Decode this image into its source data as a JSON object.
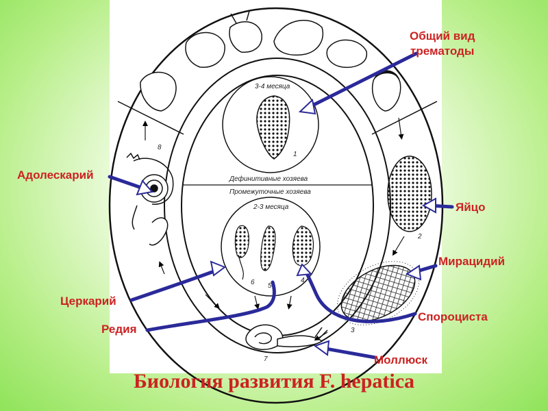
{
  "title": "Биология развития F. hepatica",
  "callouts": {
    "adult_view_line1": "Общий вид",
    "adult_view_line2": "трематоды",
    "adolescaria": "Адолескарий",
    "egg": "Яйцо",
    "miracidium": "Мирацидий",
    "sporocyst": "Спороциста",
    "cercaria": "Церкарий",
    "redia": "Редия",
    "mollusk": "Моллюск"
  },
  "figure": {
    "definitive_hosts": "Дефинитивные хозяева",
    "intermediate_hosts": "Промежуточные хозяева",
    "duration_adult": "3-4 месяца",
    "duration_larval": "2-3 месяца",
    "stage_numbers": [
      "1",
      "2",
      "3",
      "4",
      "5",
      "6",
      "7",
      "8"
    ]
  },
  "colors": {
    "label_red": "#cc2222",
    "arrow_blue": "#2a2a9a",
    "background_green": "#8fe35a"
  }
}
